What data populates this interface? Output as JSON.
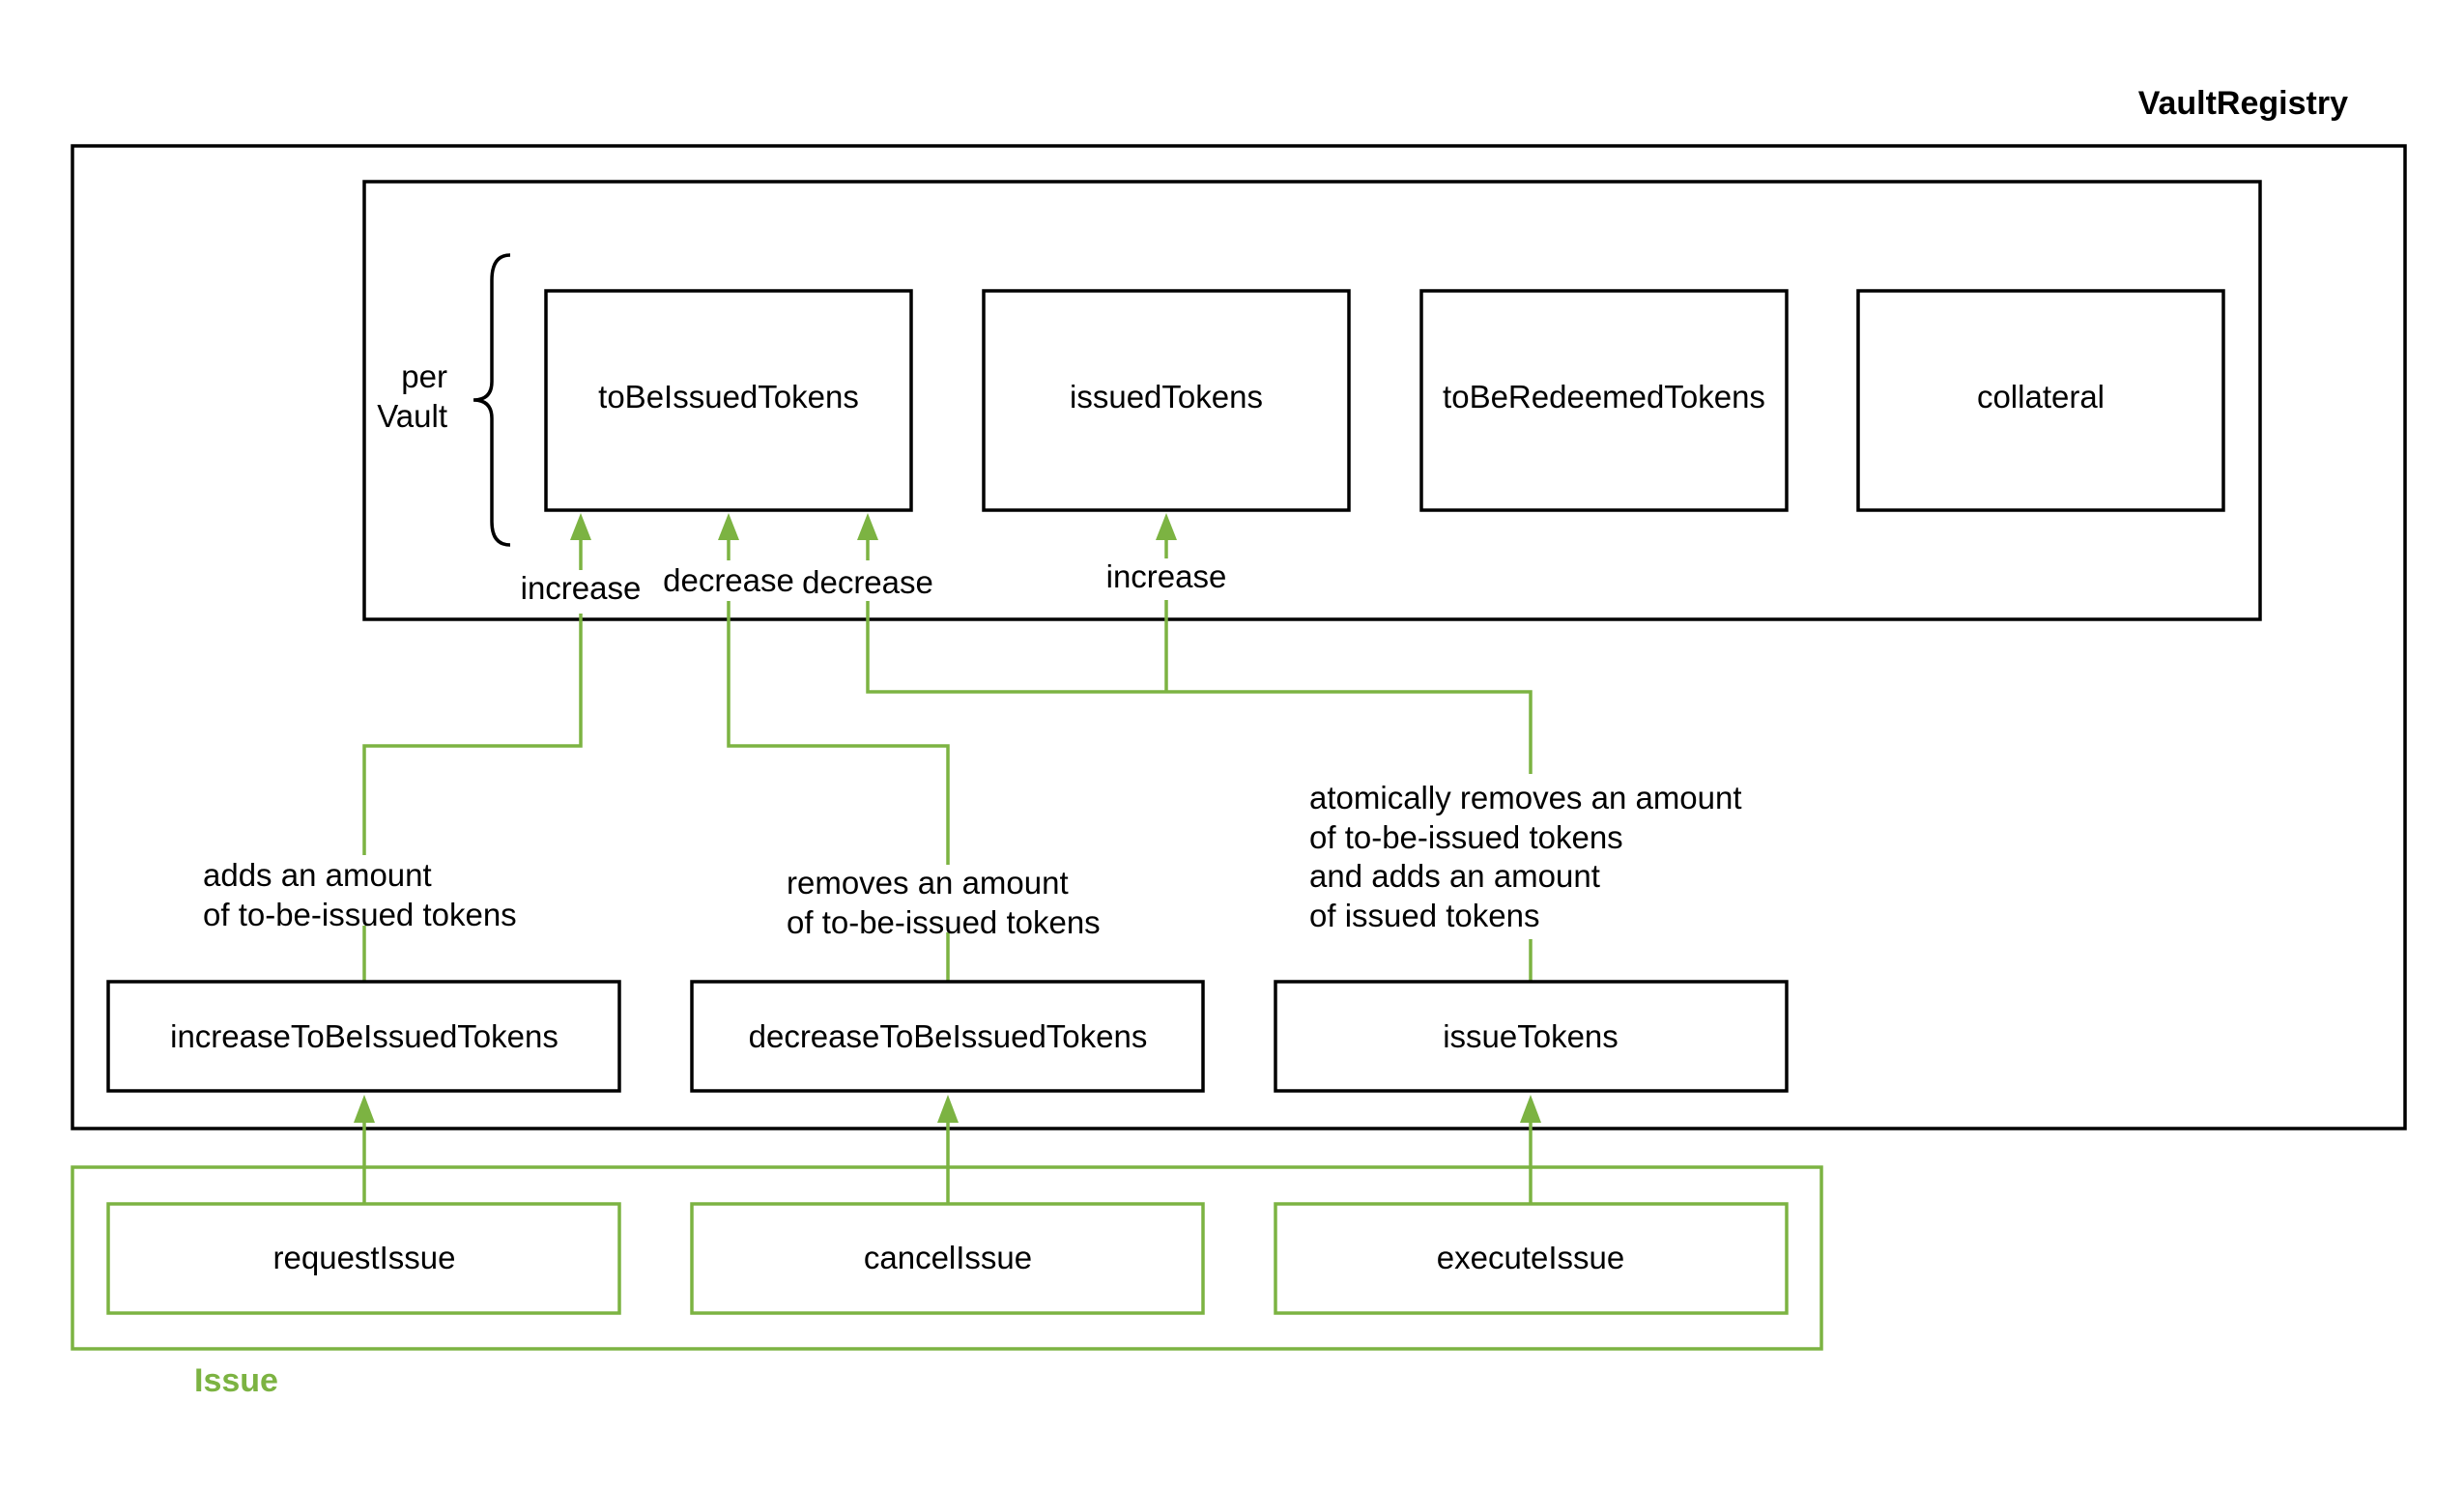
{
  "vault_registry": {
    "title": "VaultRegistry",
    "per_vault_label": [
      "per",
      "Vault"
    ],
    "storage": [
      "toBeIssuedTokens",
      "issuedTokens",
      "toBeRedeemedTokens",
      "collateral"
    ],
    "functions": [
      "increaseToBeIssuedTokens",
      "decreaseToBeIssuedTokens",
      "issueTokens"
    ],
    "actions": {
      "increase_1": "increase",
      "decrease_1": "decrease",
      "decrease_2": "decrease",
      "increase_2": "increase"
    },
    "descriptions": {
      "increase": [
        "adds an amount",
        "of to-be-issued tokens"
      ],
      "decrease": [
        "removes an amount",
        "of to-be-issued tokens"
      ],
      "issue": [
        "atomically removes an amount",
        "of to-be-issued tokens",
        "and adds an amount",
        "of issued tokens"
      ]
    }
  },
  "issue_module": {
    "title": "Issue",
    "functions": [
      "requestIssue",
      "cancelIssue",
      "executeIssue"
    ]
  },
  "colors": {
    "issue_green": "#7cb342",
    "outline": "#000000"
  }
}
